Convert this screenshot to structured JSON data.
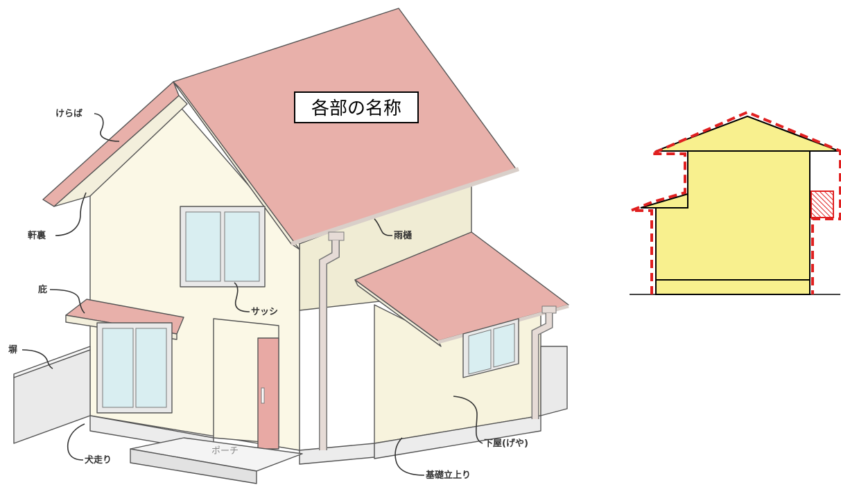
{
  "title": "各部の名称",
  "labels": {
    "keraba": "けらば",
    "nokiura": "軒裏",
    "hisashi": "庇",
    "hei": "塀",
    "inubashiri": "犬走り",
    "porch": "ポーチ",
    "sash": "サッシ",
    "amadoi": "雨樋",
    "geya": "下屋(げや)",
    "kiso": "基礎立上り"
  },
  "colors": {
    "roof": "#e8b0aa",
    "roof_edge": "#d98f8a",
    "wall": "#fbf8e6",
    "wall_shade": "#f0ecd4",
    "foundation": "#ececec",
    "glass": "#d9eef1",
    "door": "#e8a9a4",
    "gutter": "#e6dbd6",
    "side_fill": "#f8f08e",
    "dash": "#e02020"
  }
}
